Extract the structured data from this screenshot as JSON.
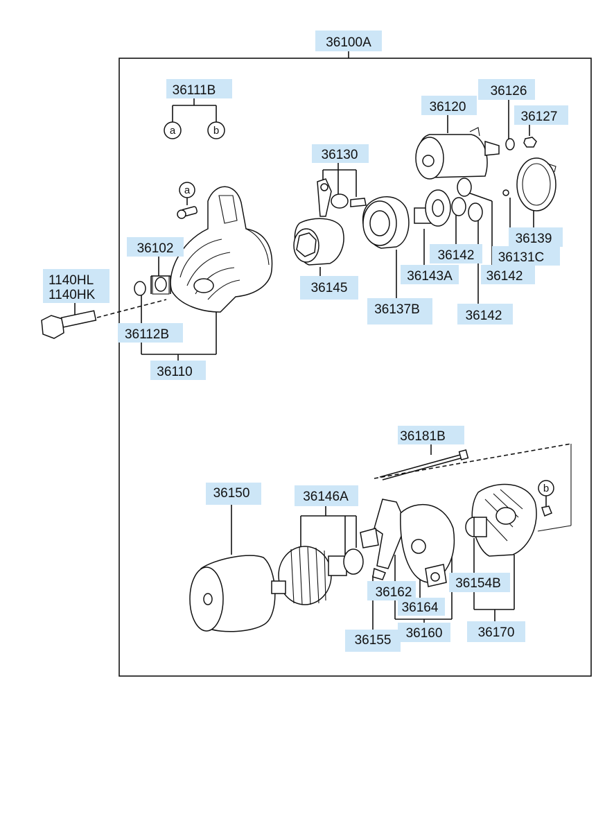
{
  "labels": {
    "l36100A": "36100A",
    "l36111B": "36111B",
    "l36120": "36120",
    "l36126": "36126",
    "l36127": "36127",
    "l36130": "36130",
    "l36102": "36102",
    "l1140HL": "1140HL",
    "l1140HK": "1140HK",
    "l36112B": "36112B",
    "l36110": "36110",
    "l36145": "36145",
    "l36137B": "36137B",
    "l36143A": "36143A",
    "l36142a": "36142",
    "l36142b": "36142",
    "l36142c": "36142",
    "l36131C": "36131C",
    "l36139": "36139",
    "l36181B": "36181B",
    "l36150": "36150",
    "l36146A": "36146A",
    "l36162": "36162",
    "l36164": "36164",
    "l36154B": "36154B",
    "l36155": "36155",
    "l36160": "36160",
    "l36170": "36170"
  },
  "markers": {
    "a": "a",
    "b": "b"
  }
}
